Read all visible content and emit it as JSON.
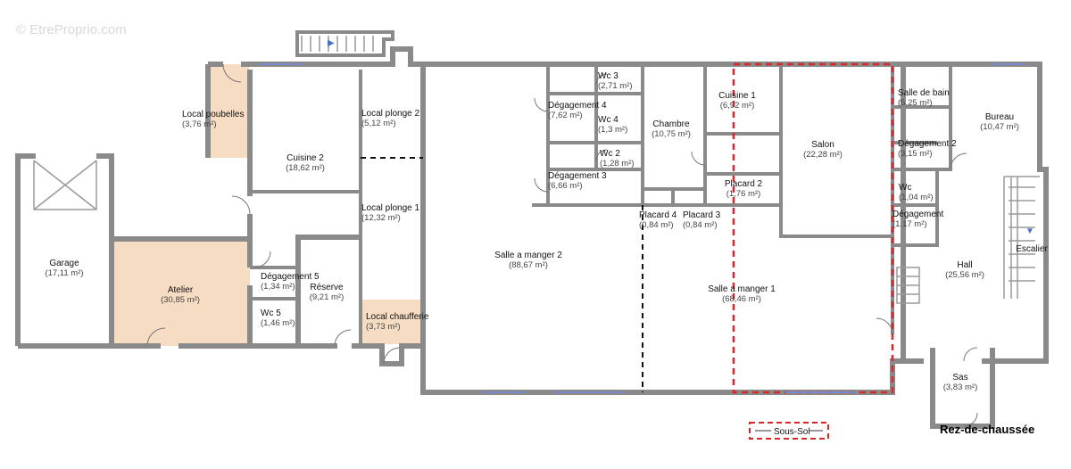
{
  "watermark": "© EtreProprio.com",
  "floor_title": "Rez-de-chaussée",
  "legend": {
    "label": "Sous-Sol"
  },
  "colors": {
    "highlight": "#f6dcc2",
    "walls": "#8a8a8a",
    "subfloor_outline": "#d9262a",
    "windows": "#7b88c9"
  },
  "rooms": [
    {
      "name": "Local poubelles",
      "area": "(3,76 m²)",
      "highlight": true
    },
    {
      "name": "Cuisine 2",
      "area": "(18,62 m²)"
    },
    {
      "name": "Local plonge 2",
      "area": "(5,12 m²)"
    },
    {
      "name": "Local plonge 1",
      "area": "(12,32 m²)"
    },
    {
      "name": "Garage",
      "area": "(17,11 m²)"
    },
    {
      "name": "Atelier",
      "area": "(30,85 m²)",
      "highlight": true
    },
    {
      "name": "Dégagement 5",
      "area": "(1,34 m²)"
    },
    {
      "name": "Wc 5",
      "area": "(1,46 m²)"
    },
    {
      "name": "Réserve",
      "area": "(9,21 m²)"
    },
    {
      "name": "Local chaufferie",
      "area": "(3,73 m²)",
      "highlight": true
    },
    {
      "name": "Salle a manger 2",
      "area": "(88,67 m²)"
    },
    {
      "name": "Wc 3",
      "area": "(2,71 m²)"
    },
    {
      "name": "Dégagement 4",
      "area": "(7,62 m²)"
    },
    {
      "name": "Wc 4",
      "area": "(1,3 m²)"
    },
    {
      "name": "Wc 2",
      "area": "(1,28 m²)"
    },
    {
      "name": "Dégagement 3",
      "area": "(6,66 m²)"
    },
    {
      "name": "Chambre",
      "area": "(10,75 m²)"
    },
    {
      "name": "Placard 4",
      "area": "(0,84 m²)"
    },
    {
      "name": "Placard 3",
      "area": "(0,84 m²)"
    },
    {
      "name": "Cuisine 1",
      "area": "(6,92 m²)"
    },
    {
      "name": "Salon",
      "area": "(22,28 m²)"
    },
    {
      "name": "Placard 2",
      "area": "(1,76 m²)"
    },
    {
      "name": "Salle a manger 1",
      "area": "(68,46 m²)"
    },
    {
      "name": "Salle de bain",
      "area": "(5,25 m²)"
    },
    {
      "name": "Bureau",
      "area": "(10,47 m²)"
    },
    {
      "name": "Dégagement 2",
      "area": "(3,15 m²)"
    },
    {
      "name": "Wc",
      "area": "(1,04 m²)"
    },
    {
      "name": "Dégagement",
      "area": "(1,17 m²)"
    },
    {
      "name": "Escalier",
      "area": ""
    },
    {
      "name": "Hall",
      "area": "(25,56 m²)"
    },
    {
      "name": "Sas",
      "area": "(3,83 m²)"
    }
  ]
}
